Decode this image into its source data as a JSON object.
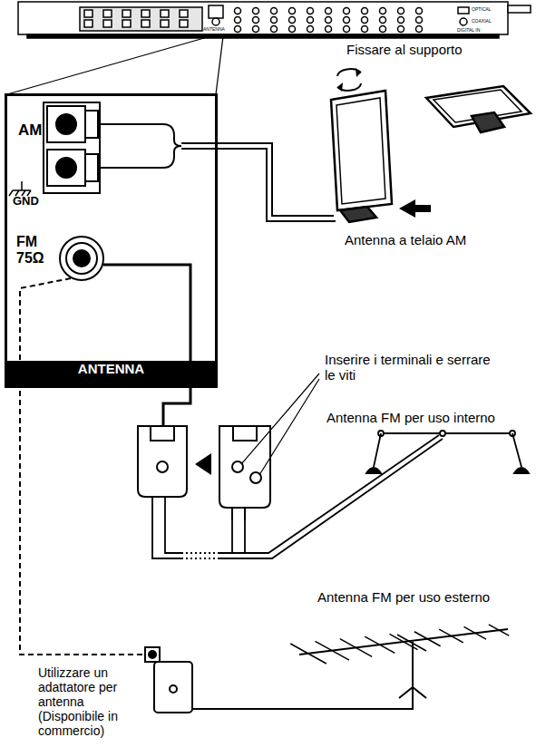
{
  "diagram": {
    "nodes": [
      {
        "text": [
          "AM",
          "GND",
          "FM 75Ω",
          "ANTENNA"
        ]
      }
    ],
    "labels": [
      "Fissare al supporto",
      "Antenna a telaio AM",
      "Inserire i terminali e serrare le viti",
      "Antenna FM per uso interno",
      "Antenna FM per uso esterno",
      "Utilizzare un adattatore per antenna (Disponibile in commercio)",
      "ANTENNA",
      "OPTICAL",
      "COAXIAL",
      "DIGITAL IN"
    ]
  }
}
